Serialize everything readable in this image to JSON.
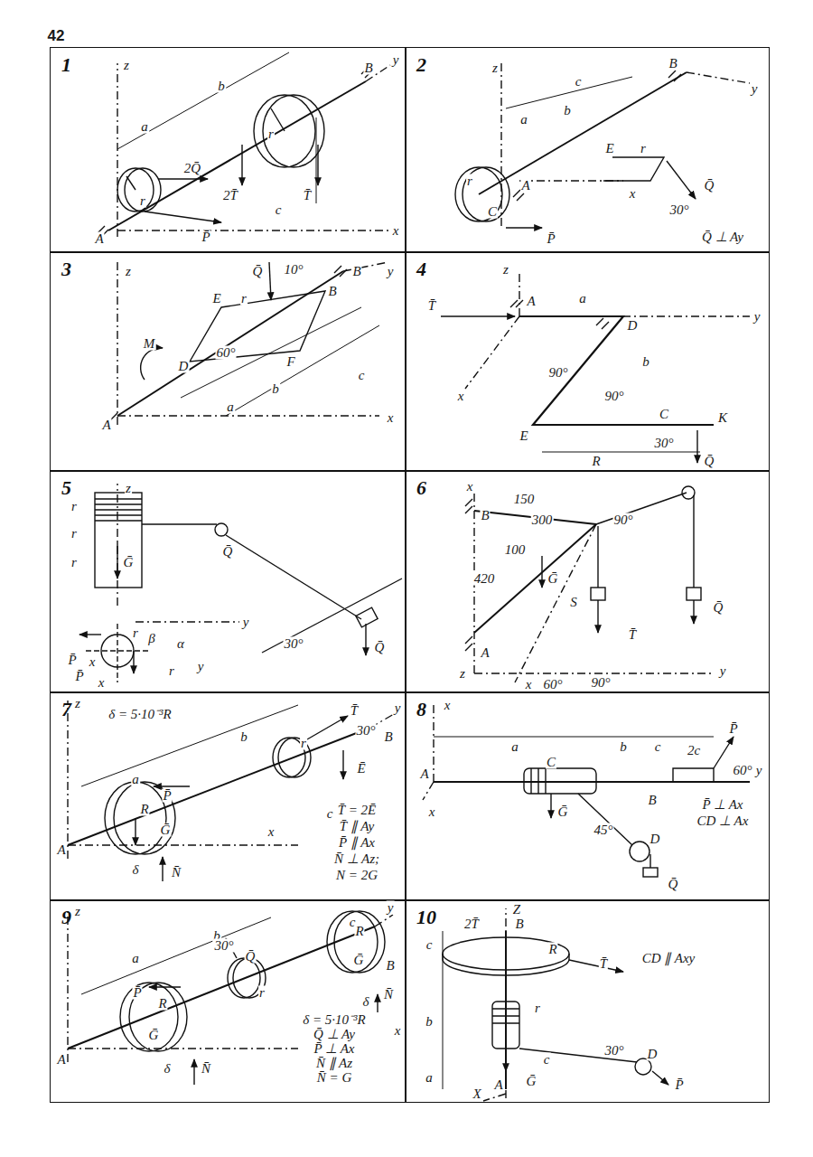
{
  "diagram": {
    "nodes": [
      {
        "text": [
          "1"
        ]
      },
      {
        "text": [
          "2"
        ]
      },
      {
        "text": [
          "3"
        ]
      },
      {
        "text": [
          "4"
        ]
      },
      {
        "text": [
          "5"
        ]
      },
      {
        "text": [
          "6"
        ]
      },
      {
        "text": [
          "7"
        ]
      },
      {
        "text": [
          "8"
        ]
      },
      {
        "text": [
          "9"
        ]
      },
      {
        "text": [
          "10"
        ]
      }
    ],
    "labels": [
      "42",
      "z",
      "b",
      "a",
      "r",
      "B",
      "y",
      "2Q̄",
      "2T̄",
      "T̄",
      "c",
      "r",
      "A",
      "P̄",
      "x",
      "z",
      "c",
      "B",
      "y",
      "a",
      "b",
      "E",
      "r",
      "x",
      "30°",
      "Q̄",
      "r",
      "C",
      "A",
      "P̄",
      "Q̄ ⊥ Ay",
      "z",
      "Q̄",
      "10°",
      "B",
      "B",
      "E",
      "r",
      "y",
      "60°",
      "D",
      "F",
      "M",
      "b",
      "c",
      "a",
      "A",
      "x",
      "z",
      "T̄",
      "A",
      "a",
      "D",
      "y",
      "x",
      "90°",
      "b",
      "90°",
      "C",
      "E",
      "K",
      "R",
      "30°",
      "Q̄",
      "z",
      "r",
      "r",
      "r",
      "Q̄",
      "Ḡ",
      "y",
      "30°",
      "Q̄",
      "P̄",
      "x",
      "β",
      "r",
      "α",
      "y",
      "P̄",
      "x",
      "r",
      "x",
      "150",
      "B",
      "300",
      "90°",
      "100",
      "420",
      "Ḡ",
      "S",
      "T̄",
      "Q̄",
      "A",
      "y",
      "90°",
      "z",
      "x",
      "60°",
      "z",
      "δ = 5·10⁻³R",
      "T̄",
      "30°",
      "B",
      "y",
      "b",
      "r",
      "Ē",
      "a",
      "P̄",
      "R",
      "Ḡ",
      "x",
      "c",
      "T̄ = 2Ē",
      "T̄ ∥ Ay",
      "P̄ ∥ Ax",
      "N̄ ⊥ Az;",
      "N = 2G",
      "A",
      "δ",
      "N̄",
      "x",
      "a",
      "b",
      "c",
      "2c",
      "P̄",
      "60°",
      "A",
      "C",
      "y",
      "B",
      "x",
      "Ḡ",
      "P̄ ⊥ Ax",
      "CD ⊥ Ax",
      "45°",
      "D",
      "Q̄",
      "z",
      "y",
      "c",
      "b",
      "R",
      "B",
      "a",
      "30°",
      "Q̄",
      "Ḡ",
      "P̄",
      "R",
      "r",
      "N̄",
      "δ",
      "Ḡ",
      "x",
      "δ",
      "N̄",
      "A",
      "δ = 5·10⁻³R",
      "Q̄ ⊥ Ay",
      "P̄ ⊥ Ax",
      "N̄ ∥ Az",
      "N̄ = G",
      "Z",
      "B",
      "2T̄",
      "c",
      "R",
      "T̄",
      "CD ∥ Axy",
      "b",
      "r",
      "c",
      "30°",
      "D",
      "a",
      "Ḡ",
      "P̄",
      "A",
      "X"
    ]
  }
}
